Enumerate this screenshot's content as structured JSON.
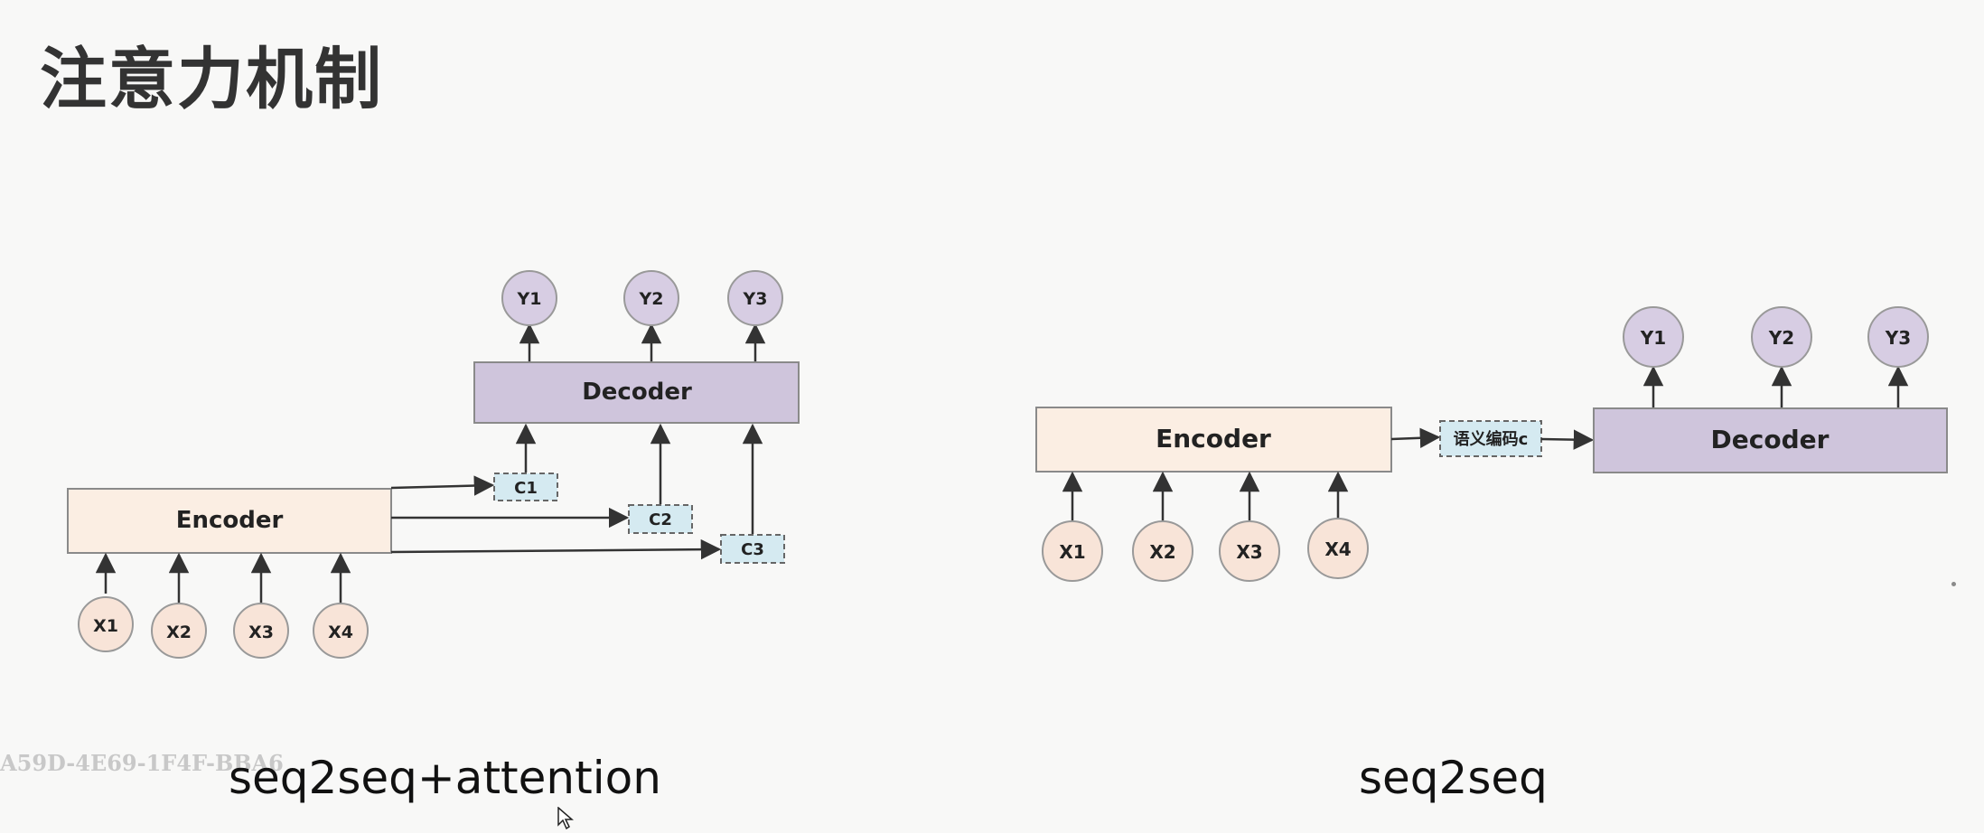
{
  "title": "注意力机制",
  "watermark": "A59D-4E69-1F4F-BBA6",
  "colors": {
    "encoder_fill": "#fbeee3",
    "decoder_fill": "#cfc5dc",
    "input_node_fill": "#f8e4d8",
    "output_node_fill": "#d7cde3",
    "context_fill": "#d5eaf1",
    "line": "#333333"
  },
  "left_diagram": {
    "caption": "seq2seq+attention",
    "encoder_label": "Encoder",
    "decoder_label": "Decoder",
    "inputs": [
      "X1",
      "X2",
      "X3",
      "X4"
    ],
    "outputs": [
      "Y1",
      "Y2",
      "Y3"
    ],
    "contexts": [
      "C1",
      "C2",
      "C3"
    ]
  },
  "right_diagram": {
    "caption": "seq2seq",
    "encoder_label": "Encoder",
    "decoder_label": "Decoder",
    "inputs": [
      "X1",
      "X2",
      "X3",
      "X4"
    ],
    "outputs": [
      "Y1",
      "Y2",
      "Y3"
    ],
    "context": "语义编码c"
  }
}
